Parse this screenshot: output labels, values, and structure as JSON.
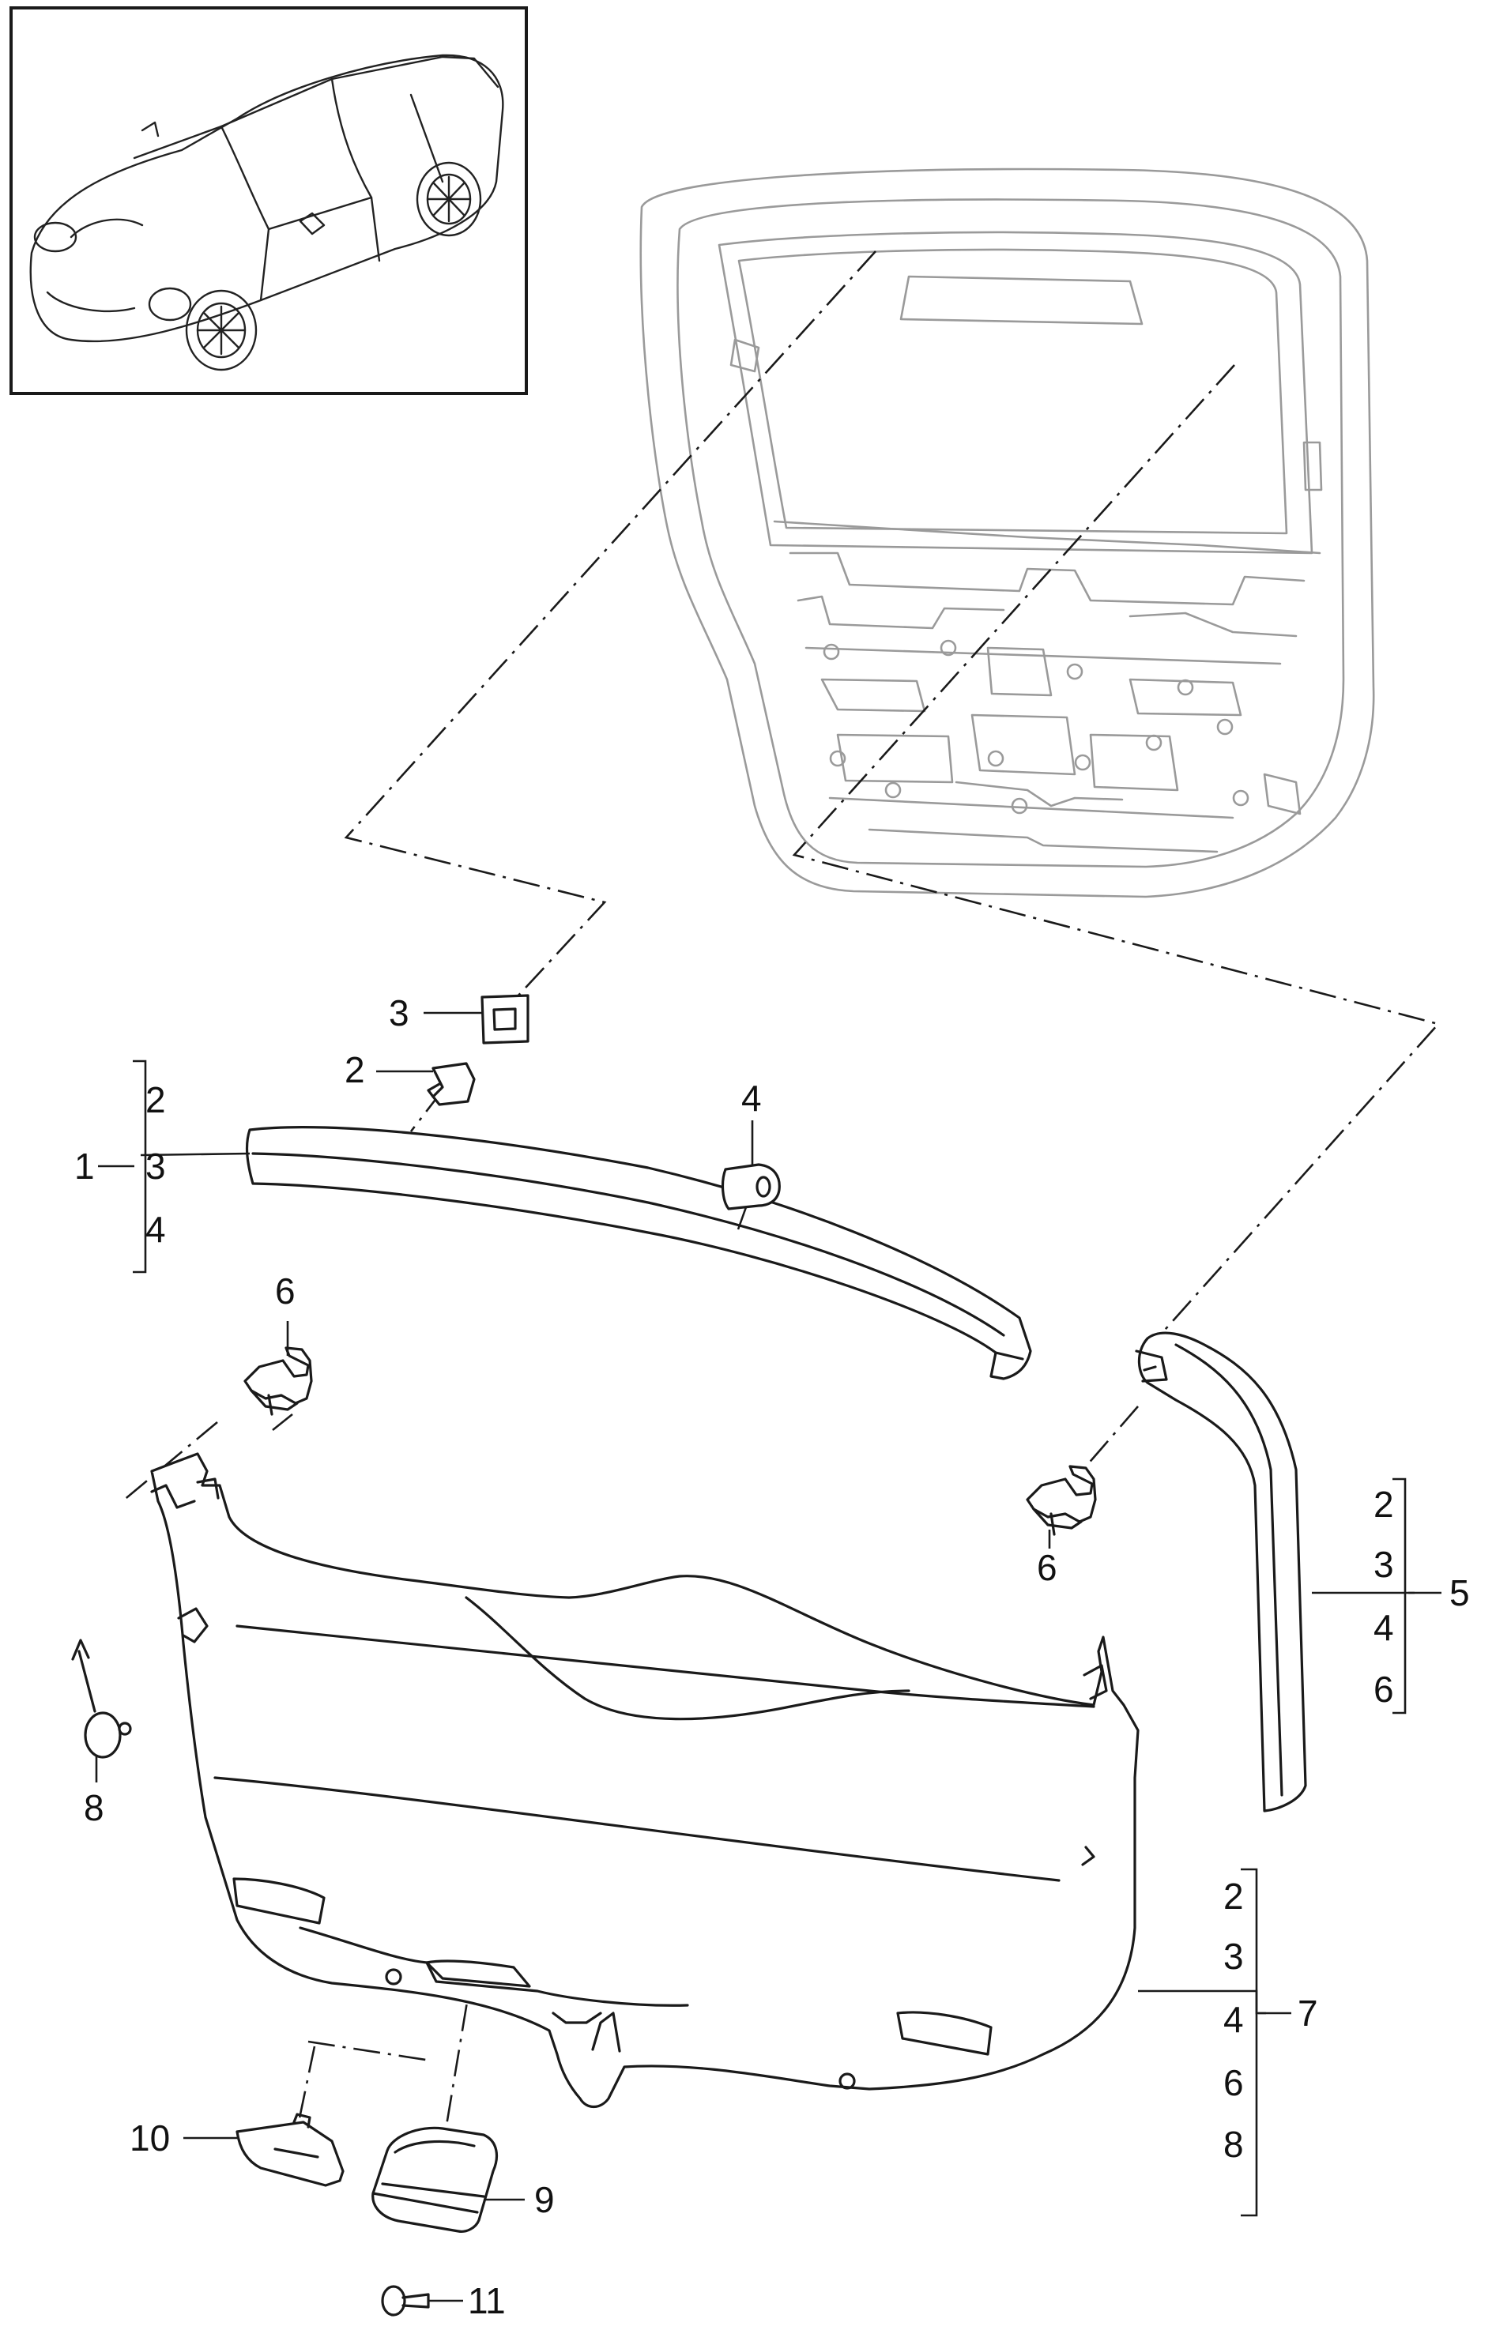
{
  "callouts": [
    {
      "id": "c1",
      "text": "1"
    },
    {
      "id": "c2",
      "text": "2"
    },
    {
      "id": "c3",
      "text": "3"
    },
    {
      "id": "c4",
      "text": "4"
    },
    {
      "id": "c5",
      "text": "5"
    },
    {
      "id": "c6a",
      "text": "6"
    },
    {
      "id": "c6b",
      "text": "6"
    },
    {
      "id": "c7",
      "text": "7"
    },
    {
      "id": "c8",
      "text": "8"
    },
    {
      "id": "c9",
      "text": "9"
    },
    {
      "id": "c10",
      "text": "10"
    },
    {
      "id": "c11",
      "text": "11"
    }
  ],
  "groups": {
    "part1": [
      "2",
      "3",
      "4"
    ],
    "part5": [
      "2",
      "3",
      "4",
      "6"
    ],
    "part7": [
      "2",
      "3",
      "4",
      "6",
      "8"
    ]
  }
}
